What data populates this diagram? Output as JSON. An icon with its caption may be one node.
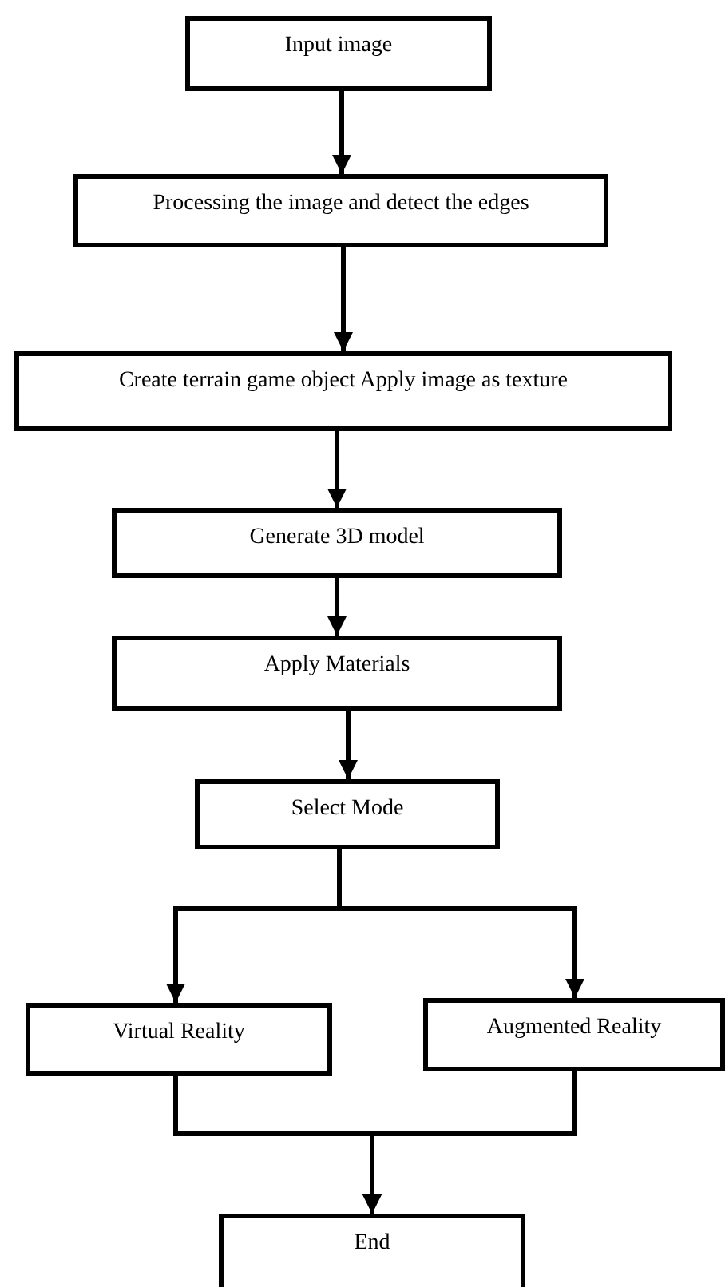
{
  "diagram": {
    "nodes": [
      {
        "text": [
          "Input image"
        ]
      },
      {
        "text": [
          "Processing the image and detect the edges"
        ]
      },
      {
        "text": [
          "Create terrain game object Apply image as texture"
        ]
      },
      {
        "text": [
          "Generate 3D model"
        ]
      },
      {
        "text": [
          "Apply Materials"
        ]
      },
      {
        "text": [
          "Select Mode"
        ]
      },
      {
        "text": [
          "Virtual Reality"
        ]
      },
      {
        "text": [
          "Augmented Reality"
        ]
      },
      {
        "text": [
          "End"
        ]
      }
    ],
    "edges": [
      {
        "from": 0,
        "to": 1,
        "arrow": "to"
      },
      {
        "from": 1,
        "to": 2,
        "arrow": "to"
      },
      {
        "from": 2,
        "to": 3,
        "arrow": "to"
      },
      {
        "from": 3,
        "to": 4,
        "arrow": "to"
      },
      {
        "from": 4,
        "to": 5,
        "arrow": "to"
      },
      {
        "from": 5,
        "to": 6,
        "arrow": "to"
      },
      {
        "from": 5,
        "to": 7,
        "arrow": "to"
      },
      {
        "from": 6,
        "to": 8,
        "arrow": "to"
      },
      {
        "from": 7,
        "to": 8,
        "arrow": "to"
      }
    ]
  }
}
